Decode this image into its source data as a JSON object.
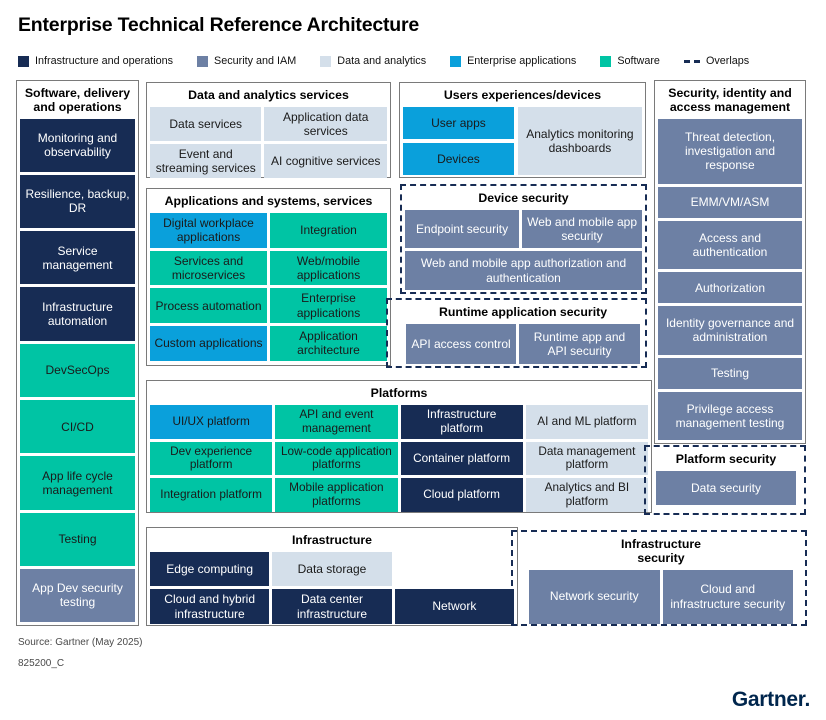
{
  "palette": {
    "navy": "#172C54",
    "slate": "#6D80A4",
    "lblue": "#D4DFEA",
    "blue": "#0AA0DB",
    "teal": "#00C4A4",
    "border-gray": "#7A7A7A",
    "text-dark": "#1A1A1A",
    "footer-gray": "#4A4A4A",
    "logo-navy": "#00264D"
  },
  "title": "Enterprise Technical Reference Architecture",
  "legend": [
    {
      "label": "Infrastructure and operations",
      "color": "navy"
    },
    {
      "label": "Security and IAM",
      "color": "slate"
    },
    {
      "label": "Data and analytics",
      "color": "lblue"
    },
    {
      "label": "Enterprise applications",
      "color": "blue"
    },
    {
      "label": "Software",
      "color": "teal"
    },
    {
      "label": "Overlaps",
      "color": "dashed"
    }
  ],
  "sections": {
    "software_delivery": {
      "title": "Software, delivery and operations",
      "items": [
        {
          "label": "Monitoring and observability",
          "color": "navy"
        },
        {
          "label": "Resilience, backup, DR",
          "color": "navy"
        },
        {
          "label": "Service management",
          "color": "navy"
        },
        {
          "label": "Infrastructure automation",
          "color": "navy"
        },
        {
          "label": "DevSecOps",
          "color": "teal"
        },
        {
          "label": "CI/CD",
          "color": "teal"
        },
        {
          "label": "App life cycle management",
          "color": "teal"
        },
        {
          "label": "Testing",
          "color": "teal"
        },
        {
          "label": "App Dev security testing",
          "color": "slate"
        }
      ]
    },
    "data_services": {
      "title": "Data and analytics services",
      "items": [
        {
          "label": "Data services",
          "color": "lblue"
        },
        {
          "label": "Application data services",
          "color": "lblue"
        },
        {
          "label": "Event and streaming services",
          "color": "lblue"
        },
        {
          "label": "AI cognitive services",
          "color": "lblue"
        }
      ]
    },
    "apps": {
      "title": "Applications and systems, services",
      "items": [
        {
          "label": "Digital workplace applications",
          "color": "blue"
        },
        {
          "label": "Integration",
          "color": "teal"
        },
        {
          "label": "Services and microservices",
          "color": "teal"
        },
        {
          "label": "Web/mobile applications",
          "color": "teal"
        },
        {
          "label": "Process automation",
          "color": "teal"
        },
        {
          "label": "Enterprise applications",
          "color": "teal"
        },
        {
          "label": "Custom applications",
          "color": "blue"
        },
        {
          "label": "Application architecture",
          "color": "teal"
        }
      ]
    },
    "users": {
      "title": "Users experiences/devices",
      "items": [
        {
          "label": "User apps",
          "color": "blue"
        },
        {
          "label": "Devices",
          "color": "blue"
        },
        {
          "label": "Analytics monitoring dashboards",
          "color": "lblue"
        }
      ]
    },
    "device_security": {
      "title": "Device security",
      "items": [
        {
          "label": "Endpoint security",
          "color": "slate"
        },
        {
          "label": "Web and mobile app security",
          "color": "slate"
        },
        {
          "label": "Web and mobile app authorization and authentication",
          "color": "slate"
        }
      ]
    },
    "runtime_security": {
      "title": "Runtime application security",
      "items": [
        {
          "label": "API access control",
          "color": "slate"
        },
        {
          "label": "Runtime app and API security",
          "color": "slate"
        }
      ]
    },
    "siam": {
      "title": "Security, identity and access management",
      "items": [
        {
          "label": "Threat detection, investigation and response",
          "color": "slate"
        },
        {
          "label": "EMM/VM/ASM",
          "color": "slate"
        },
        {
          "label": "Access and authentication",
          "color": "slate"
        },
        {
          "label": "Authorization",
          "color": "slate"
        },
        {
          "label": "Identity governance and administration",
          "color": "slate"
        },
        {
          "label": "Testing",
          "color": "slate"
        },
        {
          "label": "Privilege access management testing",
          "color": "slate"
        }
      ]
    },
    "platform_security": {
      "title": "Platform security",
      "items": [
        {
          "label": "Data security",
          "color": "slate"
        }
      ]
    },
    "platforms": {
      "title": "Platforms",
      "items": [
        {
          "label": "UI/UX platform",
          "color": "blue"
        },
        {
          "label": "API and event management",
          "color": "teal"
        },
        {
          "label": "Infrastructure platform",
          "color": "navy"
        },
        {
          "label": "AI and ML platform",
          "color": "lblue"
        },
        {
          "label": "Dev experience platform",
          "color": "teal"
        },
        {
          "label": "Low-code application platforms",
          "color": "teal"
        },
        {
          "label": "Container platform",
          "color": "navy"
        },
        {
          "label": "Data management platform",
          "color": "lblue"
        },
        {
          "label": "Integration platform",
          "color": "teal"
        },
        {
          "label": "Mobile application platforms",
          "color": "teal"
        },
        {
          "label": "Cloud platform",
          "color": "navy"
        },
        {
          "label": "Analytics and BI platform",
          "color": "lblue"
        }
      ]
    },
    "infrastructure": {
      "title": "Infrastructure",
      "items": [
        {
          "label": "Edge computing",
          "color": "navy"
        },
        {
          "label": "Data storage",
          "color": "lblue"
        },
        {
          "label": "Cloud and hybrid infrastructure",
          "color": "navy"
        },
        {
          "label": "Data center infrastructure",
          "color": "navy"
        },
        {
          "label": "Network",
          "color": "navy"
        }
      ]
    },
    "infrastructure_security": {
      "title": "Infrastructure security",
      "items": [
        {
          "label": "Network security",
          "color": "slate"
        },
        {
          "label": "Cloud and infrastructure security",
          "color": "slate"
        }
      ]
    }
  },
  "footer": {
    "source": "Source: Gartner (May 2025)",
    "doc_id": "825200_C",
    "logo": "Gartner."
  }
}
